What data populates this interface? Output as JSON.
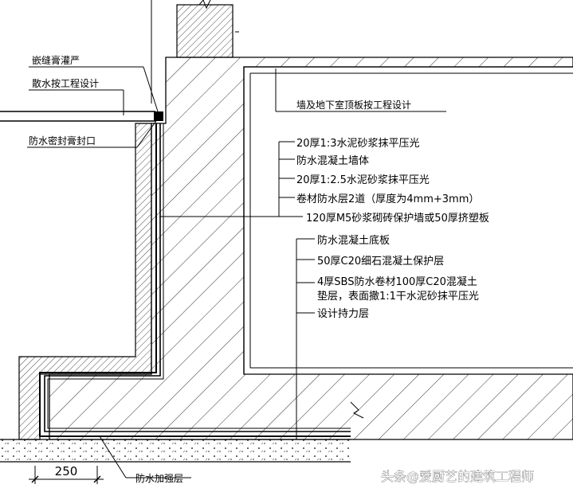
{
  "left_labels": [
    "嵌缝膏灌严",
    "散水按工程设计",
    "防水密封膏封口"
  ],
  "top_right_label": "墙及地下室顶板按工程设计",
  "wall_layers": [
    "20厚1:3水泥砂浆抹平压光",
    "防水混凝土墙体",
    "20厚1:2.5水泥砂浆抹平压光",
    "卷材防水层2道（厚度为4mm+3mm）",
    "120厚M5砂浆砌砖保护墙或50厚挤塑板"
  ],
  "floor_layers": [
    "防水混凝土底板",
    "50厚C20细石混凝土保护层",
    "4厚SBS防水卷材100厚C20混凝土",
    "垫层，表面撒1:1干水泥砂抹平压光",
    "设计持力层"
  ],
  "bottom_label": "防水加强层",
  "dimension": "250",
  "watermark": "头条@爱厨艺的建筑工程师"
}
